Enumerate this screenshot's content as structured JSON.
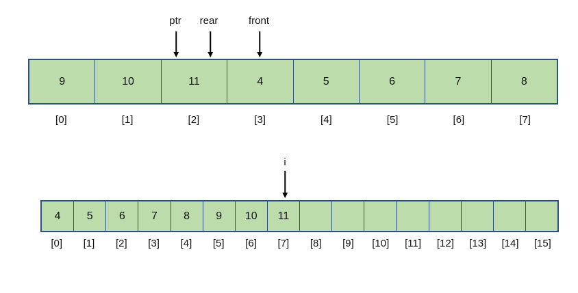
{
  "colors": {
    "cell-fill": "#bddcab",
    "cell-border": "#2b5181",
    "text": "#111111",
    "arrow": "#000000"
  },
  "top_diagram": {
    "pointers": [
      {
        "label": "ptr",
        "points_to_index": 2
      },
      {
        "label": "rear",
        "points_to_index": 2
      },
      {
        "label": "front",
        "points_to_index": 3
      }
    ],
    "array": {
      "values": [
        "9",
        "10",
        "11",
        "4",
        "5",
        "6",
        "7",
        "8"
      ],
      "indices": [
        "[0]",
        "[1]",
        "[2]",
        "[3]",
        "[4]",
        "[5]",
        "[6]",
        "[7]"
      ]
    }
  },
  "bottom_diagram": {
    "pointers": [
      {
        "label": "i",
        "points_to_index": 7
      }
    ],
    "array": {
      "values": [
        "4",
        "5",
        "6",
        "7",
        "8",
        "9",
        "10",
        "11",
        "",
        "",
        "",
        "",
        "",
        "",
        "",
        ""
      ],
      "indices": [
        "[0]",
        "[1]",
        "[2]",
        "[3]",
        "[4]",
        "[5]",
        "[6]",
        "[7]",
        "[8]",
        "[9]",
        "[10]",
        "[11]",
        "[12]",
        "[13]",
        "[14]",
        "[15]"
      ]
    }
  }
}
